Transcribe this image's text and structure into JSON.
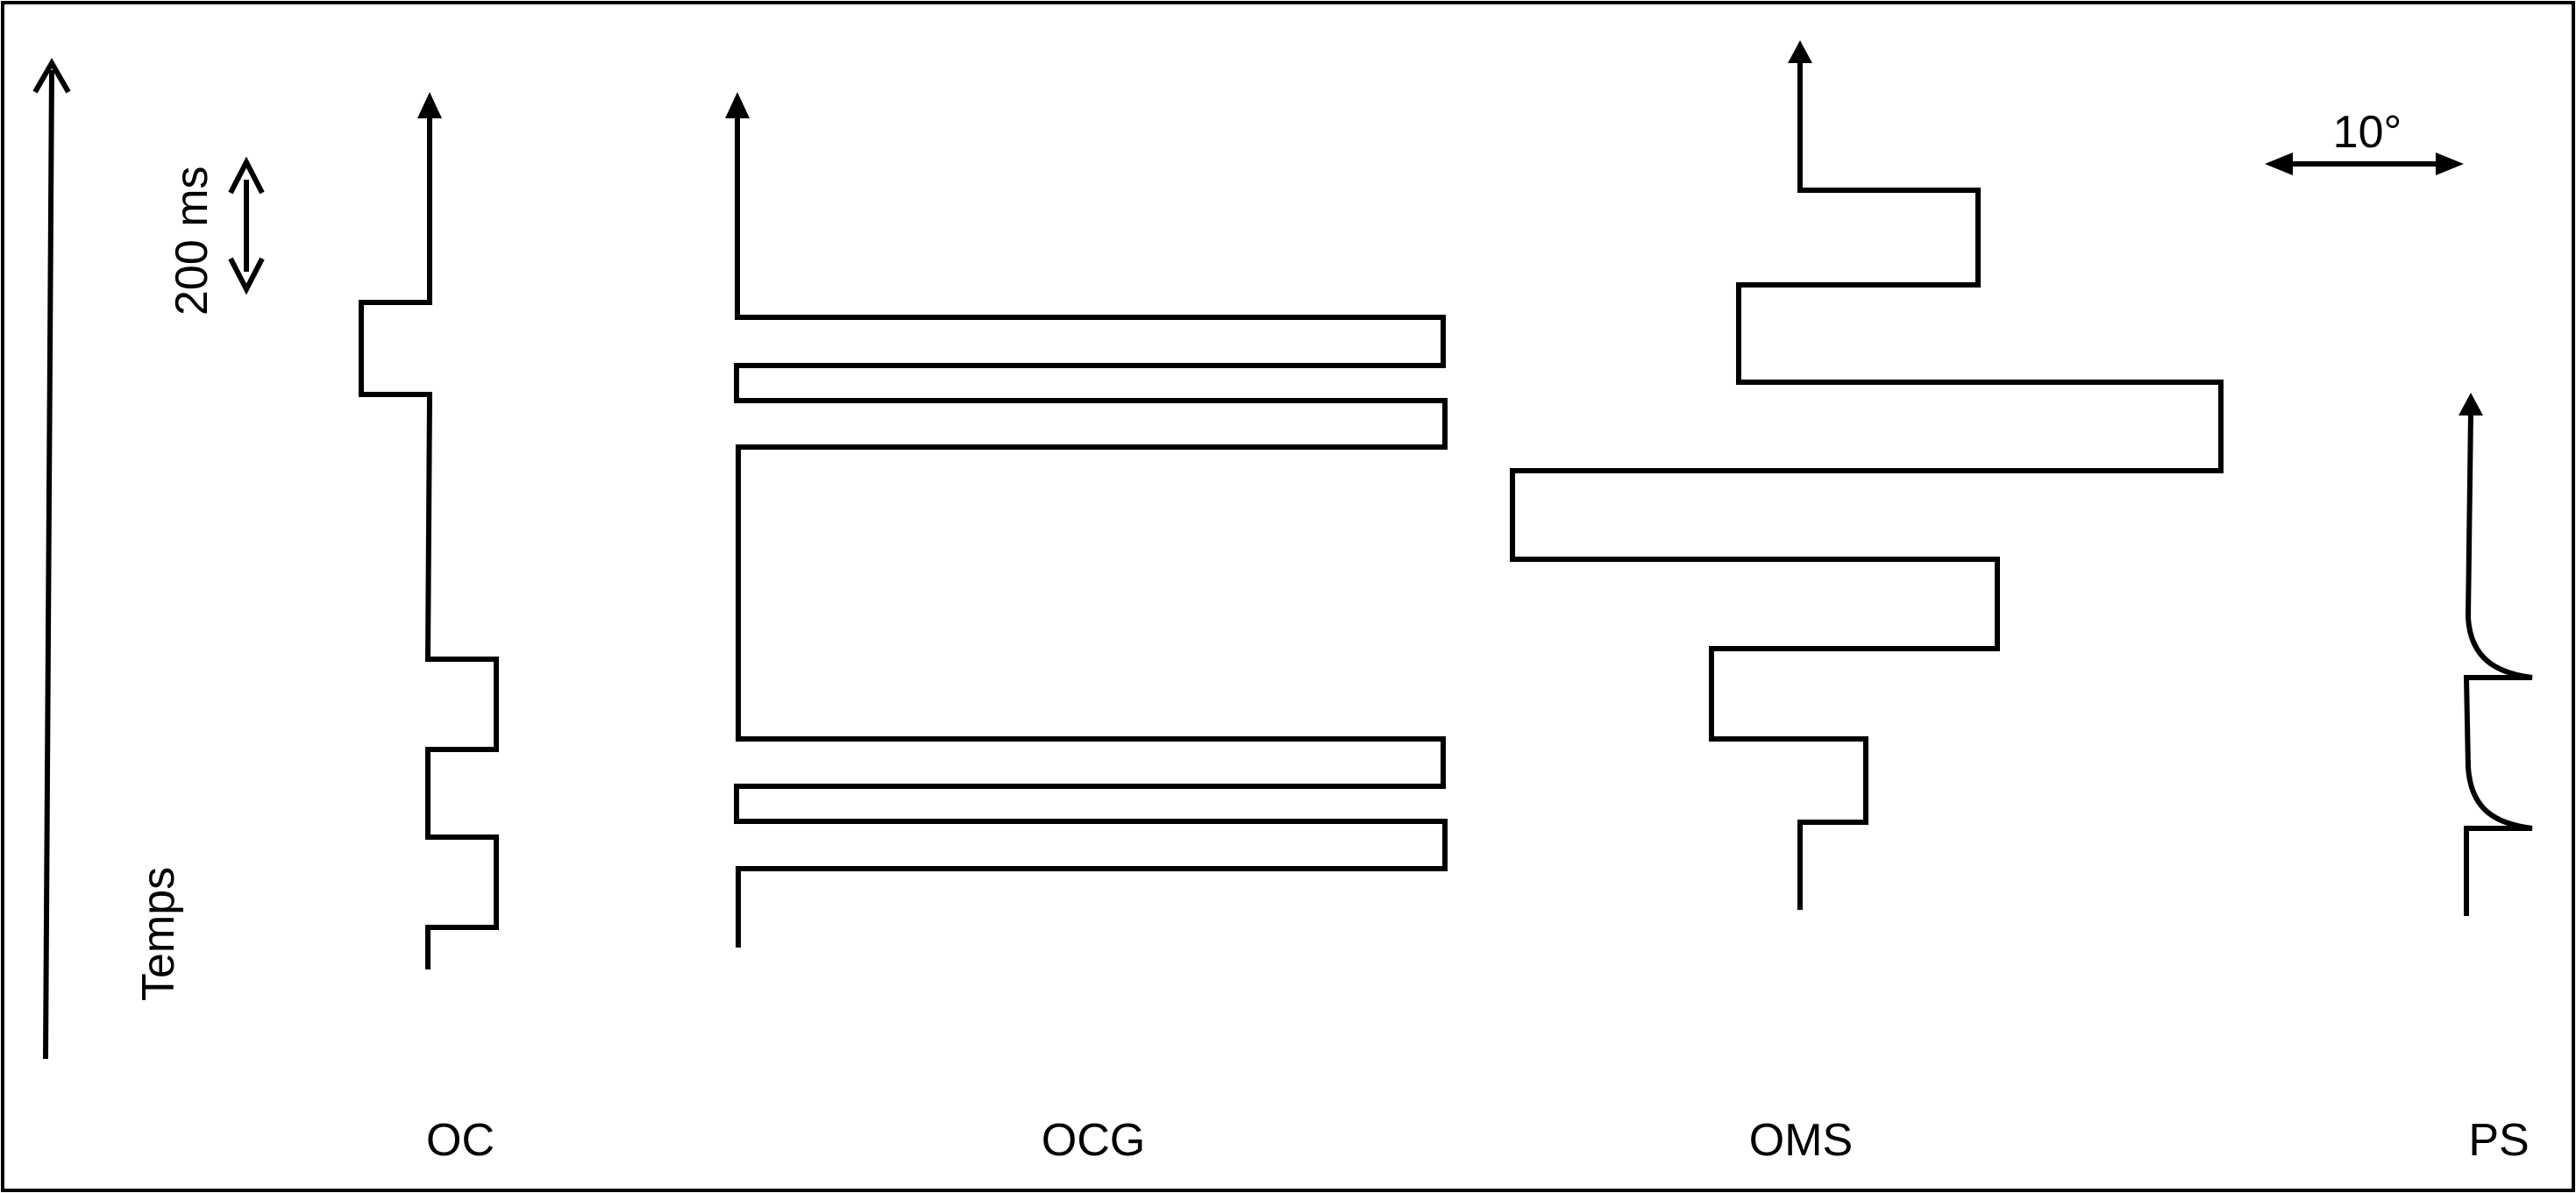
{
  "diagram": {
    "time_label": "Temps",
    "time_scale_label": "200 ms",
    "amplitude_scale_label": "10°",
    "traces": [
      {
        "id": "oc",
        "label": "OC"
      },
      {
        "id": "ocg",
        "label": "OCG"
      },
      {
        "id": "oms",
        "label": "OMS"
      },
      {
        "id": "ps",
        "label": "PS"
      }
    ]
  },
  "colors": {
    "ink": "#000000",
    "background": "#ffffff"
  }
}
